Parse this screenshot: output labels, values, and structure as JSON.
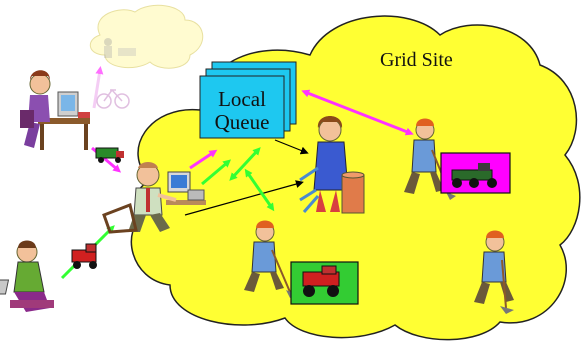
{
  "labels": {
    "grid_site": "Grid Site",
    "local_queue_line1": "Local",
    "local_queue_line2": "Queue"
  },
  "colors": {
    "grid_cloud": "#ffff33",
    "small_cloud": "#fffbd0",
    "queue_fill": "#1ec8f0",
    "arrow_magenta": "#ff33ff",
    "arrow_green": "#33ff33",
    "arrow_black": "#000000",
    "box_magenta": "#ff00ff",
    "box_green": "#33cc33"
  },
  "icons": [
    "user-at-desk-icon",
    "user-with-laptop-icon",
    "scheduler-person-icon",
    "queue-manager-person-icon",
    "worker-with-shovel-icon",
    "bicycle-icon",
    "truck-icon",
    "tractor-icon"
  ]
}
